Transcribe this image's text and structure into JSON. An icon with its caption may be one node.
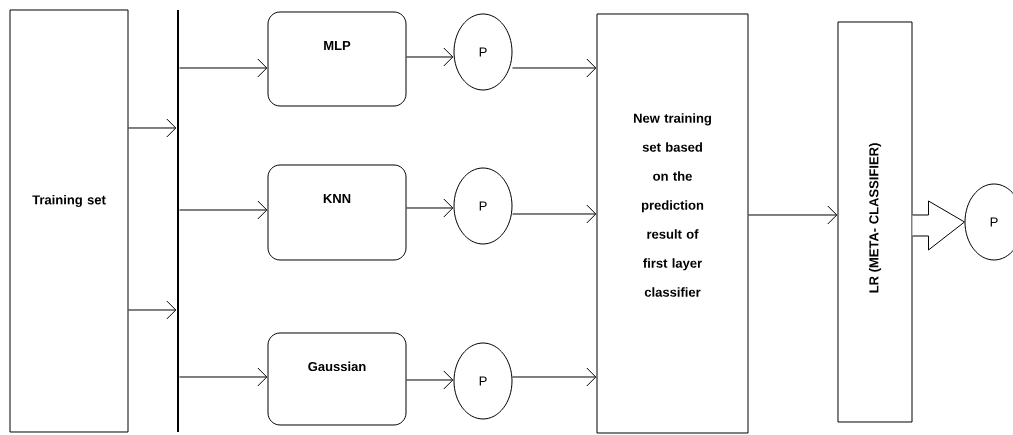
{
  "diagram": {
    "nodes": [
      {
        "text": [
          "Training set"
        ]
      },
      {
        "text": [],
        "shape": "bar"
      },
      {
        "text": [
          "MLP"
        ]
      },
      {
        "text": [
          "KNN"
        ]
      },
      {
        "text": [
          "Gaussian"
        ]
      },
      {
        "text": [
          "P"
        ]
      },
      {
        "text": [
          "P"
        ]
      },
      {
        "text": [
          "P"
        ]
      },
      {
        "text": [
          "New training set based on the prediction result of first layer classifier"
        ]
      },
      {
        "text": [
          "LR (META- CLASSIFIER)"
        ]
      },
      {
        "text": [
          "P"
        ]
      }
    ],
    "edges": [
      {
        "from": 0,
        "to": 1,
        "arrow": "to"
      },
      {
        "from": 0,
        "to": 1,
        "arrow": "to"
      },
      {
        "from": 1,
        "to": 2,
        "arrow": "to"
      },
      {
        "from": 1,
        "to": 3,
        "arrow": "to"
      },
      {
        "from": 1,
        "to": 4,
        "arrow": "to"
      },
      {
        "from": 2,
        "to": 5,
        "arrow": "to"
      },
      {
        "from": 3,
        "to": 6,
        "arrow": "to"
      },
      {
        "from": 4,
        "to": 7,
        "arrow": "to"
      },
      {
        "from": 5,
        "to": 8,
        "arrow": "to"
      },
      {
        "from": 6,
        "to": 8,
        "arrow": "to"
      },
      {
        "from": 7,
        "to": 8,
        "arrow": "to"
      },
      {
        "from": 8,
        "to": 9,
        "arrow": "to"
      },
      {
        "from": 9,
        "to": 10,
        "arrow": "to",
        "style": "thick"
      }
    ]
  }
}
